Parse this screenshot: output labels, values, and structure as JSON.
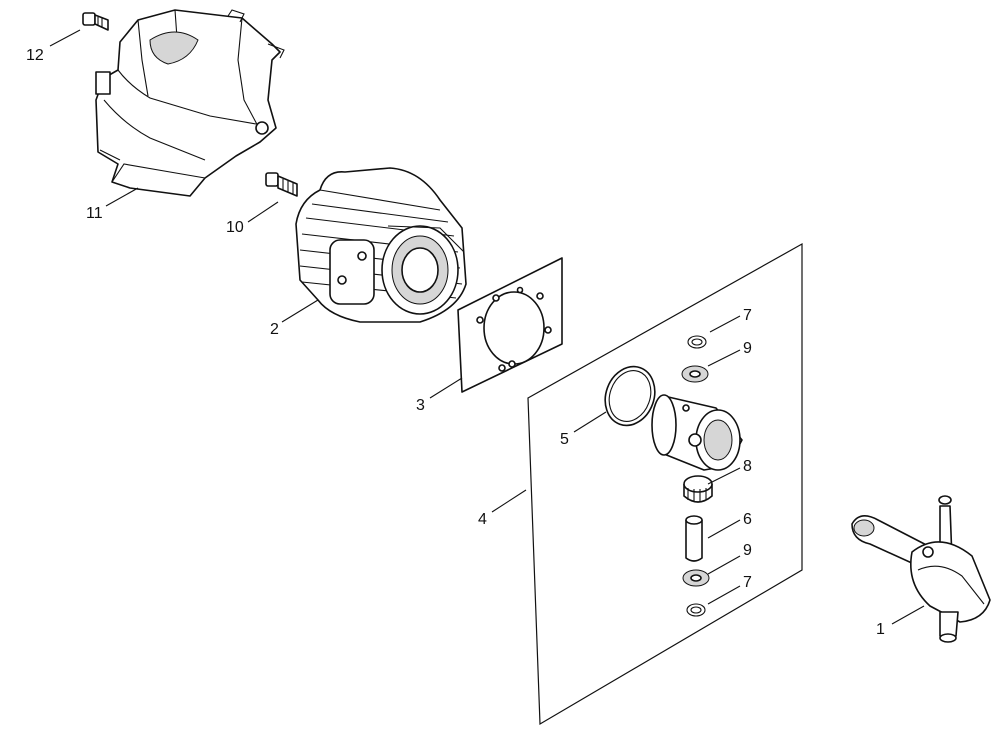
{
  "callouts": {
    "c1": "1",
    "c2": "2",
    "c3": "3",
    "c4": "4",
    "c5": "5",
    "c6": "6",
    "c7a": "7",
    "c7b": "7",
    "c8": "8",
    "c9a": "9",
    "c9b": "9",
    "c10": "10",
    "c11": "11",
    "c12": "12"
  },
  "parts": {
    "p1": "crankshaft-icon",
    "p2": "cylinder-icon",
    "p3": "gasket-icon",
    "p5": "piston-ring-icon",
    "p6": "piston-pin-icon",
    "p7": "circlip-icon",
    "p8": "needle-bearing-icon",
    "p9": "washer-icon",
    "p10": "bolt-icon",
    "p11": "cylinder-cover-icon",
    "p12": "screw-icon",
    "p4": "piston-icon"
  }
}
